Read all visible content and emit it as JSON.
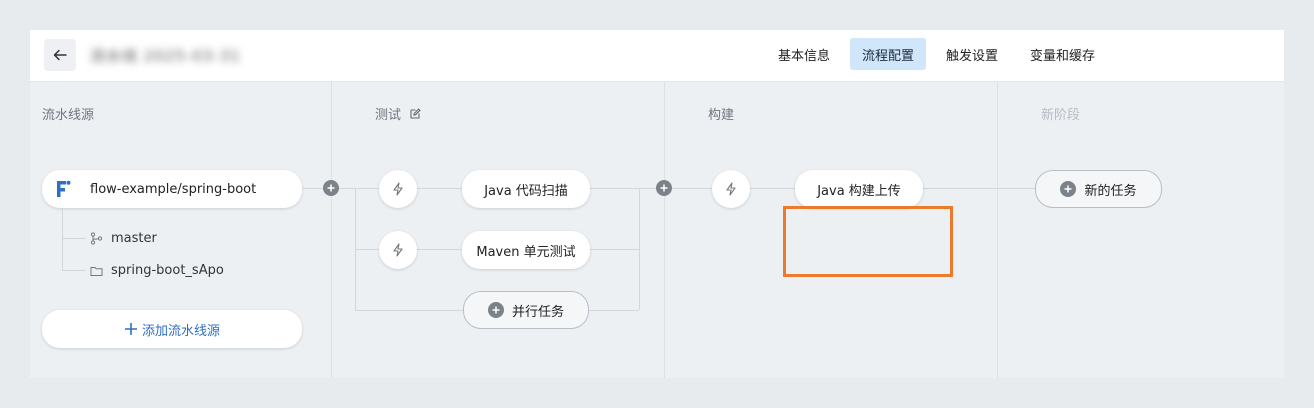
{
  "header": {
    "title": "流水线 2025-03-31",
    "tabs": [
      {
        "label": "基本信息",
        "active": false
      },
      {
        "label": "流程配置",
        "active": true
      },
      {
        "label": "触发设置",
        "active": false
      },
      {
        "label": "变量和缓存",
        "active": false
      }
    ]
  },
  "stages": {
    "source": {
      "title": "流水线源",
      "repo": "flow-example/spring-boot",
      "branch": "master",
      "directory": "spring-boot_sApo",
      "add_label": "添加流水线源"
    },
    "test": {
      "title": "测试",
      "tasks": [
        "Java 代码扫描",
        "Maven 单元测试"
      ],
      "parallel_label": "并行任务"
    },
    "build": {
      "title": "构建",
      "tasks": [
        "Java 构建上传"
      ]
    },
    "new_stage": {
      "title": "新阶段",
      "new_task_label": "新的任务"
    }
  },
  "colors": {
    "accent": "#2f6fc4",
    "active_tab_bg": "#cfe6fb",
    "highlight_border": "#ec7a2a"
  }
}
